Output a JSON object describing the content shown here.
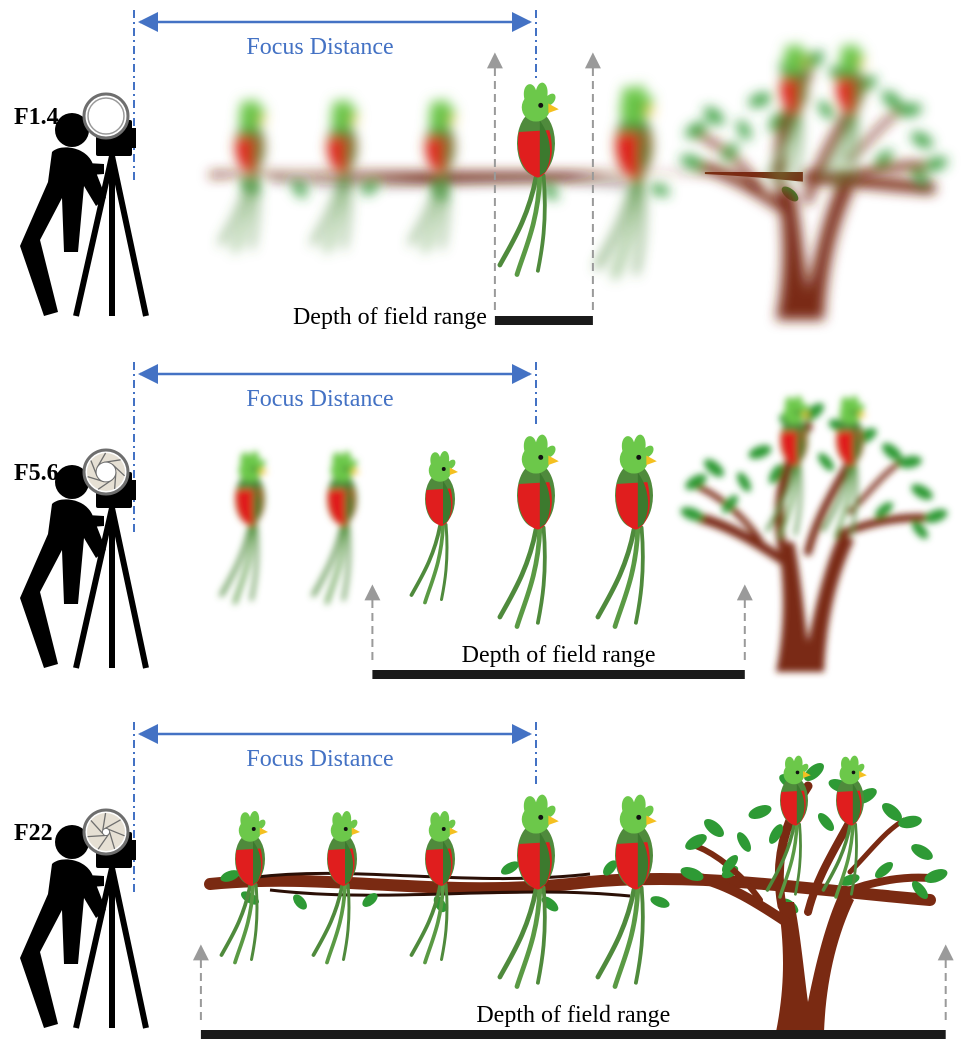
{
  "colors": {
    "focus": "#4472C4",
    "dof_arrow": "#9a9a9a",
    "dof_bar": "#1a1a1a",
    "branch": "#7a2a12",
    "leaf": "#2e9a35",
    "bird_body": "#4f8a3c",
    "bird_head": "#6cc84a",
    "bird_chest": "#e01e1e",
    "beak": "#f4c020",
    "silhouette": "#000000"
  },
  "icons": [
    "photographer-icon",
    "camera-icon",
    "tripod-icon",
    "aperture-icon",
    "quetzal-bird-icon",
    "tree-icon"
  ],
  "panels": [
    {
      "f_number": "F1.4",
      "aperture_openness": 1.0,
      "focus_label": "Focus Distance",
      "dof_label": "Depth of field range",
      "dof_range": [
        0.505,
        0.605
      ]
    },
    {
      "f_number": "F5.6",
      "aperture_openness": 0.55,
      "focus_label": "Focus Distance",
      "dof_label": "Depth of field range",
      "dof_range": [
        0.38,
        0.76
      ]
    },
    {
      "f_number": "F22",
      "aperture_openness": 0.2,
      "focus_label": "Focus Distance",
      "dof_label": "Depth of field range",
      "dof_range": [
        0.205,
        0.965
      ]
    }
  ]
}
